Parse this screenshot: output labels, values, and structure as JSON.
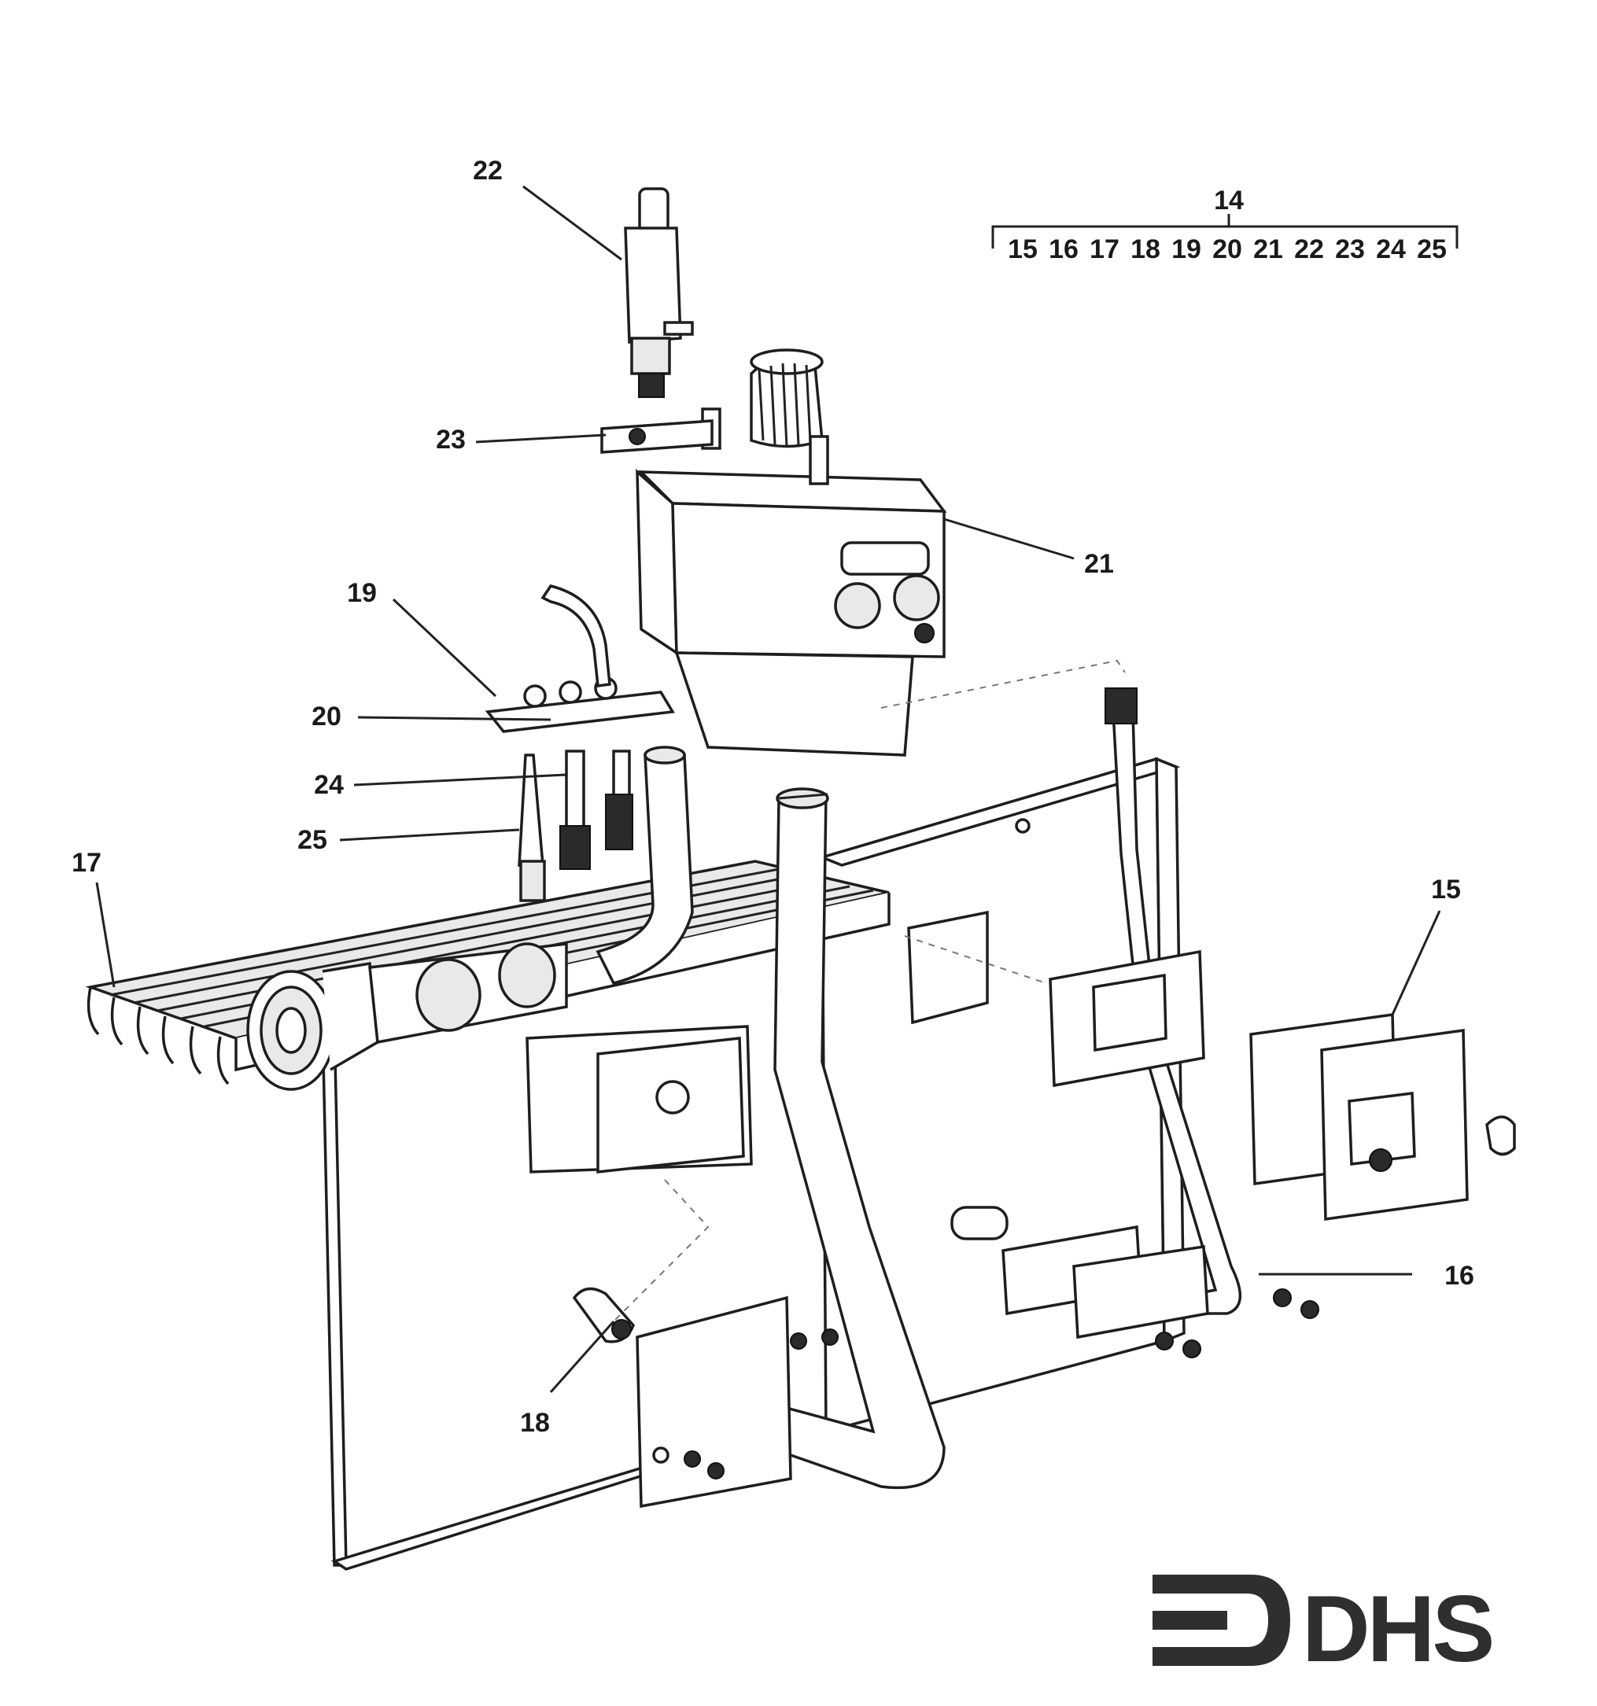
{
  "diagram": {
    "assembly": {
      "parent": "14",
      "children": [
        "15",
        "16",
        "17",
        "18",
        "19",
        "20",
        "21",
        "22",
        "23",
        "24",
        "25"
      ]
    },
    "callouts": {
      "c15": "15",
      "c16": "16",
      "c17": "17",
      "c18": "18",
      "c19": "19",
      "c20": "20",
      "c21": "21",
      "c22": "22",
      "c23": "23",
      "c24": "24",
      "c25": "25"
    },
    "logo": "DHS"
  }
}
